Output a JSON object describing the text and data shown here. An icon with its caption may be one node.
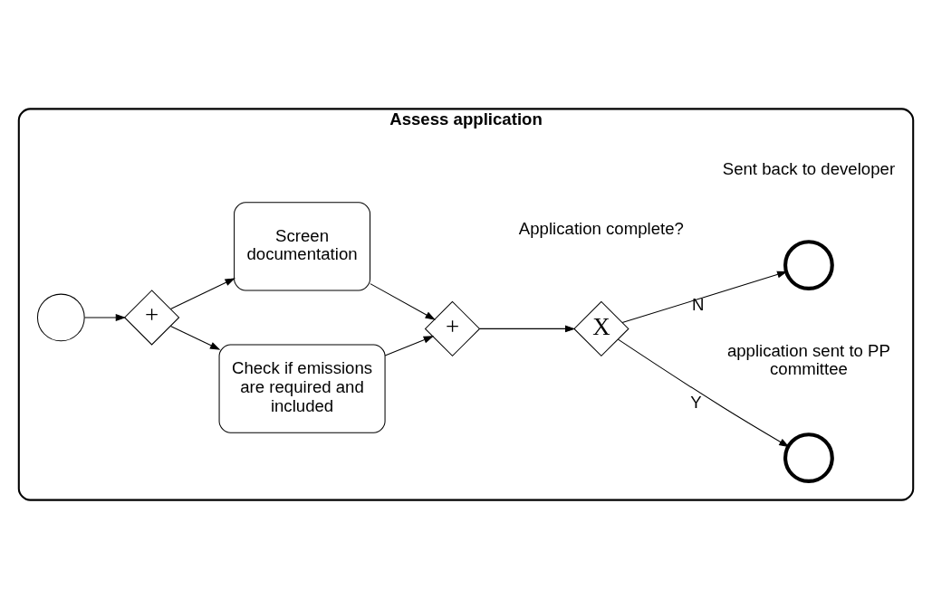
{
  "diagram": {
    "nodes": [
      {
        "text": [
          "Assess application"
        ]
      },
      {
        "text": [],
        "shape": "circle",
        "in": 0
      },
      {
        "text": [
          "+"
        ],
        "in": 0
      },
      {
        "text": [
          "Check if emissions are required and included"
        ],
        "in": 0
      },
      {
        "text": [
          "Screen documentation"
        ],
        "in": 0
      },
      {
        "text": [
          "+"
        ],
        "in": 0
      },
      {
        "text": [
          "X"
        ],
        "in": 0,
        "beside": [
          "Application complete?"
        ]
      },
      {
        "text": [],
        "shape": "circle",
        "in": 0,
        "beside": [
          "application sent to PP committee"
        ]
      },
      {
        "text": [],
        "shape": "circle",
        "in": 0,
        "beside": [
          "Sent back to developer"
        ]
      }
    ],
    "edges": [
      {
        "from": 1,
        "to": 2,
        "arrow": "to"
      },
      {
        "from": 2,
        "to": 3,
        "arrow": "to"
      },
      {
        "from": 2,
        "to": 4,
        "arrow": "to"
      },
      {
        "from": 3,
        "to": 5,
        "arrow": "to"
      },
      {
        "from": 4,
        "to": 5,
        "arrow": "to"
      },
      {
        "from": 5,
        "to": 6,
        "arrow": "to"
      },
      {
        "from": 6,
        "to": 7,
        "label": "Y",
        "arrow": "to"
      },
      {
        "from": 6,
        "to": 8,
        "label": "N",
        "arrow": "to"
      }
    ]
  }
}
